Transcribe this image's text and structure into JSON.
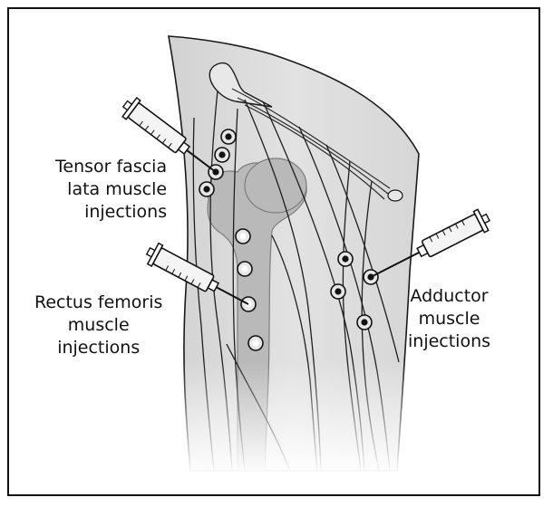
{
  "labels": {
    "tensor": [
      "Tensor fascia",
      "lata muscle",
      "injections"
    ],
    "rectus": [
      "Rectus femoris",
      "muscle",
      "injections"
    ],
    "adductor": [
      "Adductor",
      "muscle",
      "injections"
    ]
  },
  "colors": {
    "skin": "#dedede",
    "outline": "#1a1a1a",
    "bone": "#b9b9b9",
    "site_dark": "#111111"
  },
  "icons": [
    "syringe-icon",
    "injection-site-marker"
  ]
}
